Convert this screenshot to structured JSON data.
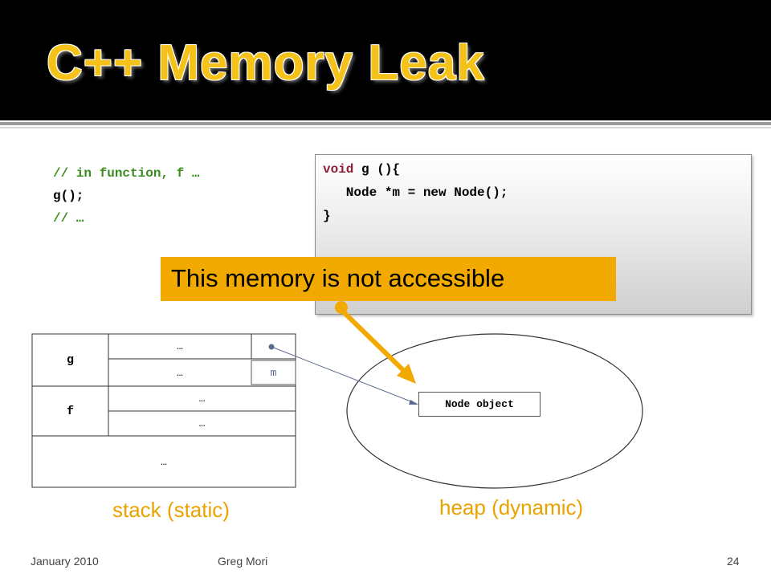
{
  "slide": {
    "title": "C++ Memory Leak",
    "code_left": {
      "line1": "// in function, f …",
      "line2": "g();",
      "line3": "// …"
    },
    "code_right": {
      "line1_kw": "void",
      "line1_rest": " g (){",
      "line2": "   Node *m = new Node();",
      "line3": "}"
    },
    "callout": "This memory is not accessible",
    "stack": {
      "frame_g": "g",
      "frame_f": "f",
      "g_cell_top": "…",
      "g_cell_mid": "…",
      "g_var_m": "m",
      "f_cell_top": "…",
      "f_cell_bottom": "…",
      "bottom_cell": "…",
      "label": "stack (static)"
    },
    "heap": {
      "node_label": "Node object",
      "label": "heap (dynamic)"
    },
    "footer": {
      "date": "January 2010",
      "author": "Greg Mori",
      "page": "24"
    },
    "colors": {
      "title": "#f5c21a",
      "callout": "#f2a900",
      "arrow": "#f2a900",
      "comment": "#3a8c1e",
      "keyword": "#8a1f3a",
      "labels": "#e8a300"
    }
  }
}
